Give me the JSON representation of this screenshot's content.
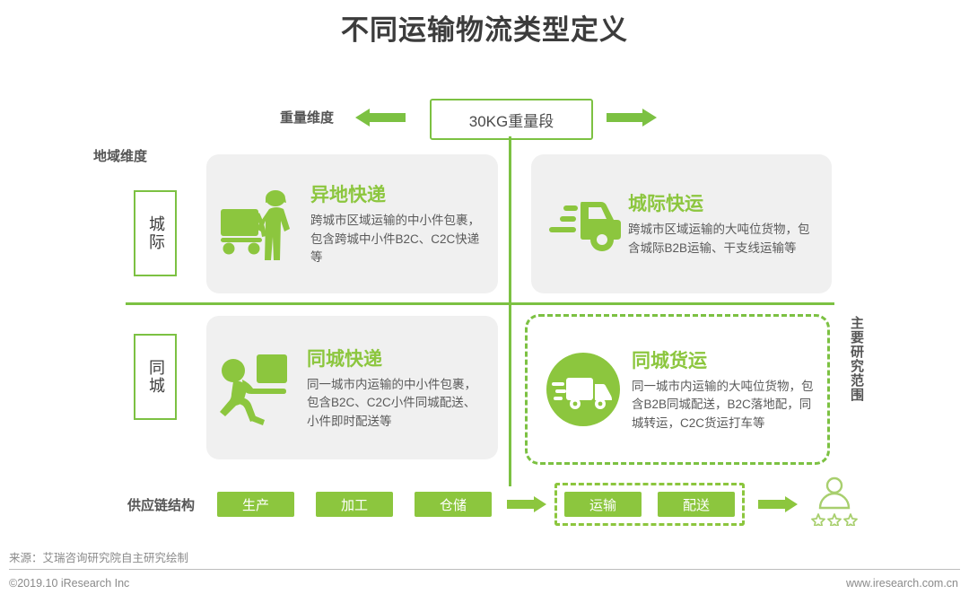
{
  "title": "不同运输物流类型定义",
  "axes": {
    "weight_dimension_label": "重量维度",
    "weight_threshold": "30KG重量段",
    "region_dimension_label": "地域维度",
    "region_rows": [
      {
        "label": "城际"
      },
      {
        "label": "同城"
      }
    ],
    "scope_label": "主要研究范围"
  },
  "quadrants": [
    {
      "id": "yidi-kuaidi",
      "title": "异地快递",
      "desc": "跨城市区域运输的中小件包裹，包含跨城中小件B2C、C2C快递等",
      "icon": "porter-cart-icon",
      "highlighted": false
    },
    {
      "id": "chengji-kuaiyun",
      "title": "城际快运",
      "desc": "跨城市区域运输的大吨位货物，包含城际B2B运输、干支线运输等",
      "icon": "speeding-truck-icon",
      "highlighted": false
    },
    {
      "id": "tongcheng-kuaidi",
      "title": "同城快递",
      "desc": "同一城市内运输的中小件包裹，包含B2C、C2C小件同城配送、小件即时配送等",
      "icon": "courier-running-icon",
      "highlighted": false
    },
    {
      "id": "tongcheng-huoyun",
      "title": "同城货运",
      "desc": "同一城市内运输的大吨位货物，包含B2B同城配送，B2C落地配，同城转运，C2C货运打车等",
      "icon": "delivery-truck-circle-icon",
      "highlighted": true
    }
  ],
  "supply_chain": {
    "label": "供应链结构",
    "stages": [
      {
        "name": "生产",
        "highlighted": false
      },
      {
        "name": "加工",
        "highlighted": false
      },
      {
        "name": "仓储",
        "highlighted": false
      },
      {
        "name": "运输",
        "highlighted": true
      },
      {
        "name": "配送",
        "highlighted": true
      }
    ],
    "end_icon": "customer-rating-icon"
  },
  "footer": {
    "source": "来源：艾瑞咨询研究院自主研究绘制",
    "copyright": "©2019.10 iResearch Inc",
    "website": "www.iresearch.com.cn"
  },
  "colors": {
    "brand_green": "#8cc63e",
    "line_green": "#7cc142",
    "card_gray": "#f0f0f0",
    "title_gray": "#3c3c3c"
  }
}
